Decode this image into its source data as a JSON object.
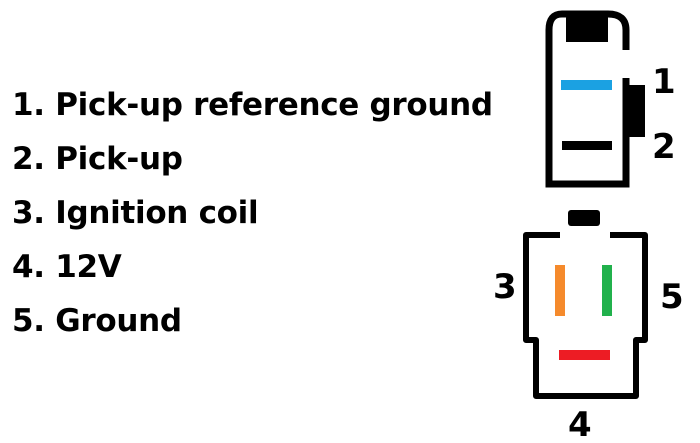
{
  "legend": [
    {
      "number": "1.",
      "label": "Pick-up reference ground"
    },
    {
      "number": "2.",
      "label": "Pick-up"
    },
    {
      "number": "3.",
      "label": "Ignition coil"
    },
    {
      "number": "4.",
      "label": "12V"
    },
    {
      "number": "5.",
      "label": "Ground"
    }
  ],
  "pins": {
    "p1": "1",
    "p2": "2",
    "p3": "3",
    "p4": "4",
    "p5": "5"
  },
  "colors": {
    "pin1": "#1ba1e2",
    "pin2": "#000000",
    "pin3": "#f58a2c",
    "pin5": "#21b14c",
    "pin4": "#ed1c24"
  }
}
